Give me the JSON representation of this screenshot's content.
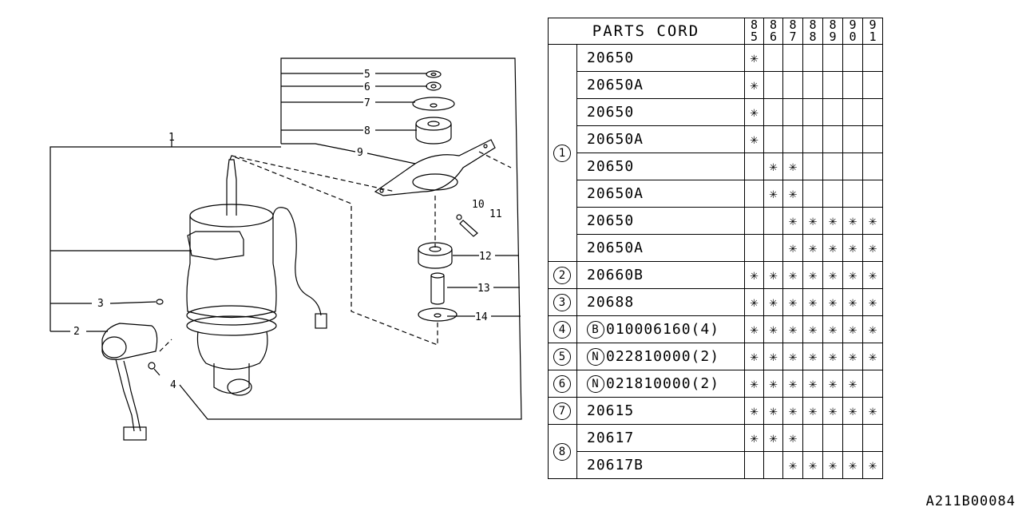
{
  "table": {
    "header": "PARTS CORD",
    "years": [
      "85",
      "86",
      "87",
      "88",
      "89",
      "90",
      "91"
    ],
    "groups": [
      {
        "ref": "1",
        "rows": [
          {
            "code": "20650",
            "marks": [
              1,
              0,
              0,
              0,
              0,
              0,
              0
            ]
          },
          {
            "code": "20650A",
            "marks": [
              1,
              0,
              0,
              0,
              0,
              0,
              0
            ]
          },
          {
            "code": "20650",
            "marks": [
              1,
              0,
              0,
              0,
              0,
              0,
              0
            ]
          },
          {
            "code": "20650A",
            "marks": [
              1,
              0,
              0,
              0,
              0,
              0,
              0
            ]
          },
          {
            "code": "20650",
            "marks": [
              0,
              1,
              1,
              0,
              0,
              0,
              0
            ]
          },
          {
            "code": "20650A",
            "marks": [
              0,
              1,
              1,
              0,
              0,
              0,
              0
            ]
          },
          {
            "code": "20650",
            "marks": [
              0,
              0,
              1,
              1,
              1,
              1,
              1
            ]
          },
          {
            "code": "20650A",
            "marks": [
              0,
              0,
              1,
              1,
              1,
              1,
              1
            ]
          }
        ]
      },
      {
        "ref": "2",
        "rows": [
          {
            "code": "20660B",
            "marks": [
              1,
              1,
              1,
              1,
              1,
              1,
              1
            ]
          }
        ]
      },
      {
        "ref": "3",
        "rows": [
          {
            "code": "20688",
            "marks": [
              1,
              1,
              1,
              1,
              1,
              1,
              1
            ]
          }
        ]
      },
      {
        "ref": "4",
        "rows": [
          {
            "prefix": "B",
            "code": "010006160(4)",
            "marks": [
              1,
              1,
              1,
              1,
              1,
              1,
              1
            ]
          }
        ]
      },
      {
        "ref": "5",
        "rows": [
          {
            "prefix": "N",
            "code": "022810000(2)",
            "marks": [
              1,
              1,
              1,
              1,
              1,
              1,
              1
            ]
          }
        ]
      },
      {
        "ref": "6",
        "rows": [
          {
            "prefix": "N",
            "code": "021810000(2)",
            "marks": [
              1,
              1,
              1,
              1,
              1,
              1,
              0
            ]
          }
        ]
      },
      {
        "ref": "7",
        "rows": [
          {
            "code": "20615",
            "marks": [
              1,
              1,
              1,
              1,
              1,
              1,
              1
            ]
          }
        ]
      },
      {
        "ref": "8",
        "rows": [
          {
            "code": "20617",
            "marks": [
              1,
              1,
              1,
              0,
              0,
              0,
              0
            ]
          },
          {
            "code": "20617B",
            "marks": [
              0,
              0,
              1,
              1,
              1,
              1,
              1
            ]
          }
        ]
      }
    ],
    "mark_symbol": "✳"
  },
  "diagram": {
    "callouts": {
      "c1": "1",
      "c2": "2",
      "c3": "3",
      "c4": "4",
      "c5": "5",
      "c6": "6",
      "c7": "7",
      "c8": "8",
      "c9": "9",
      "c10": "10",
      "c11": "11",
      "c12": "12",
      "c13": "13",
      "c14": "14"
    }
  },
  "footer_code": "A211B00084"
}
